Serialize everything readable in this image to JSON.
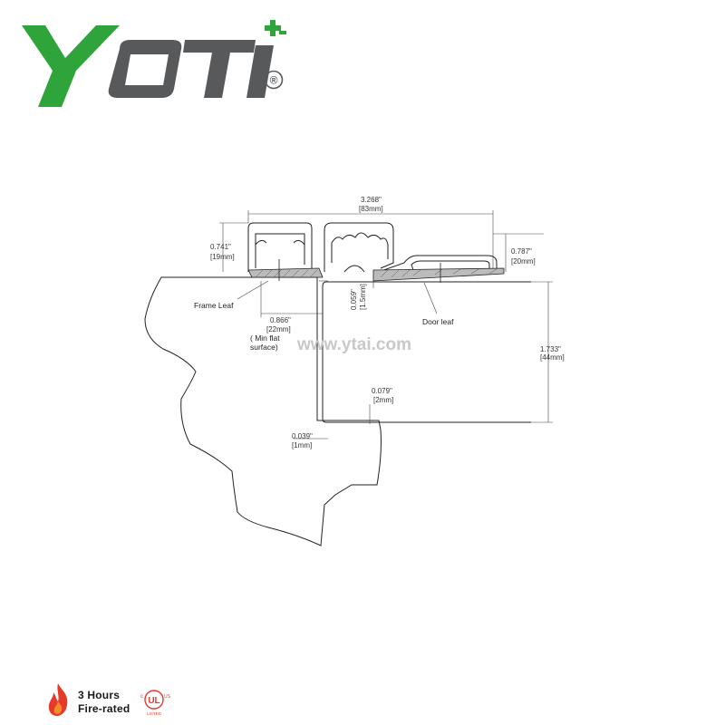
{
  "brand": {
    "logo_text": "YOTI",
    "registered_mark": "®",
    "green": "#2ea43a",
    "gray": "#58595b"
  },
  "watermark": "www.ytai.com",
  "dimensions": {
    "overall_width_in": "3.268\"",
    "overall_width_mm": "[83mm]",
    "frame_height_in": "0.741\"",
    "frame_height_mm": "[19mm]",
    "door_height_in": "0.787\"",
    "door_height_mm": "[20mm]",
    "gap_in": "0.059\"",
    "gap_mm": "[1.5mm]",
    "min_flat_in": "0.866\"",
    "min_flat_mm": "[22mm]",
    "door_thickness_in": "1.733\"",
    "door_thickness_mm": "[44mm]",
    "edge_gap_in": "0.079\"",
    "edge_gap_mm": "[2mm]",
    "frame_gap_in": "0.039\"",
    "frame_gap_mm": "[1mm]"
  },
  "labels": {
    "frame_leaf": "Frame Leaf",
    "door_leaf": "Door leaf",
    "min_flat_line1": "( Min flat",
    "min_flat_line2": "surface)"
  },
  "certification": {
    "line1": "3 Hours",
    "line2": "Fire-rated",
    "ul_text": "UL",
    "ul_c": "c",
    "ul_us": "US",
    "ul_listed": "LISTED",
    "fire_red": "#e53a2a"
  }
}
